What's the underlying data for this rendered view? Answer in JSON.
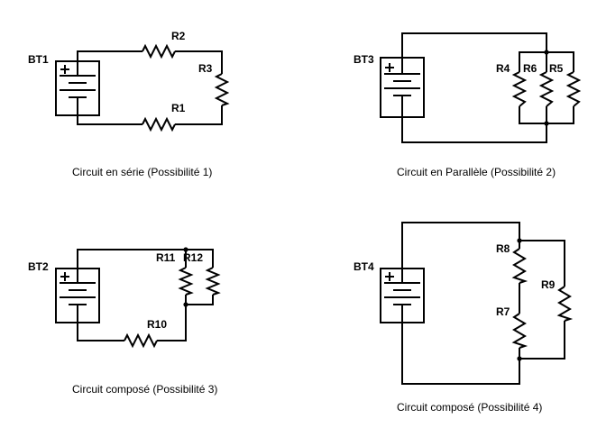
{
  "circuit1": {
    "battery": "BT1",
    "resistors": [
      "R2",
      "R3",
      "R1"
    ],
    "caption": "Circuit en série (Possibilité 1)"
  },
  "circuit2": {
    "battery": "BT3",
    "resistors": [
      "R4",
      "R6",
      "R5"
    ],
    "caption": "Circuit en Parallèle (Possibilité 2)"
  },
  "circuit3": {
    "battery": "BT2",
    "resistors": [
      "R11",
      "R12",
      "R10"
    ],
    "caption": "Circuit composé (Possibilité 3)"
  },
  "circuit4": {
    "battery": "BT4",
    "resistors": [
      "R8",
      "R7",
      "R9"
    ],
    "caption": "Circuit composé (Possibilité 4)"
  }
}
